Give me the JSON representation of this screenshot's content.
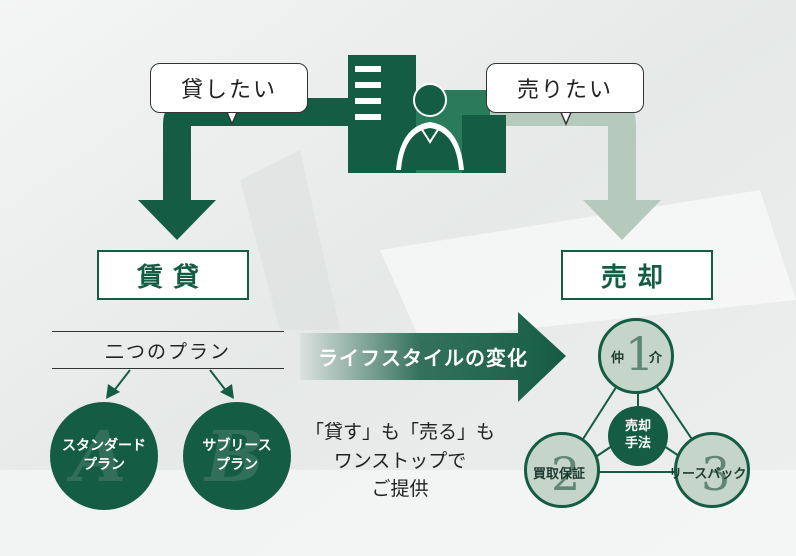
{
  "bubbles": {
    "lend": "貸したい",
    "sell": "売りたい"
  },
  "boxes": {
    "rent": "賃貸",
    "sale": "売却"
  },
  "plans": {
    "title": "二つのプラン",
    "standard": {
      "line1": "スタンダード",
      "line2": "プラン"
    },
    "sublease": {
      "line1": "サブリース",
      "line2": "プラン"
    }
  },
  "arrow_label": "ライフスタイルの変化",
  "center_text": {
    "line1": "「貸す」も「売る」も",
    "line2": "ワンストップで",
    "line3": "ご提供"
  },
  "sale_methods": {
    "hub": {
      "line1": "売却",
      "line2": "手法"
    },
    "items": [
      {
        "num": "1",
        "label_a": "仲",
        "label_b": "介"
      },
      {
        "num": "2",
        "label": "買取保証"
      },
      {
        "num": "3",
        "label": "リースバック"
      }
    ]
  },
  "colors": {
    "dark_green": "#155c45",
    "light_green": "#c6d5ca",
    "arrow_gray_green": "#b5c9bc"
  }
}
